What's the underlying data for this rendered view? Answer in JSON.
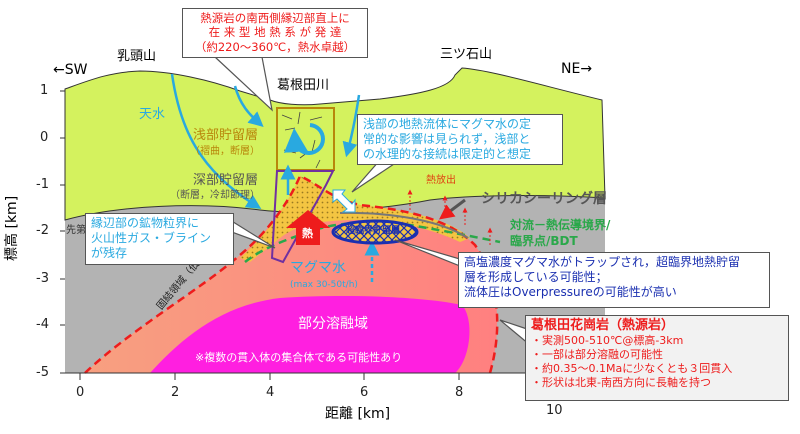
{
  "directions": {
    "sw": "←SW",
    "ne": "NE→"
  },
  "places": {
    "nyuto": "乳頭山",
    "mitsuishi": "三ツ石山",
    "kakkonda_river": "葛根田川"
  },
  "axes": {
    "xlabel": "距離 [km]",
    "ylabel": "標高 [km]",
    "xticks": [
      "0",
      "2",
      "4",
      "6",
      "8",
      "10"
    ],
    "yticks": [
      "1",
      "0",
      "-1",
      "-2",
      "-3",
      "-4",
      "-5"
    ]
  },
  "labels": {
    "meteoric_water": "天水",
    "shallow_reservoir": "浅部貯留層",
    "shallow_reservoir_sub": "（褶曲，断層）",
    "deep_reservoir": "深部貯留層",
    "deep_reservoir_sub": "（断層，冷却節理）",
    "basement": "先第",
    "heat": "熱",
    "heat_release": "熱放出",
    "silica_sealing": "シリカシーリング層",
    "boundary": "対流－熱伝導境界/",
    "boundary2": "臨界点/BDT",
    "supercritical": "超臨界貯留層",
    "magma_water": "マグマ水",
    "magma_water_rate": "(max 30-50t/h)",
    "solidified": "固結領域（低透水性）",
    "partial_melt": "部分溶融域",
    "partial_melt_note": "※複数の貫入体の集合体である可能性あり"
  },
  "callouts": {
    "top": [
      "熱源岩の南西側縁辺部直上に",
      "在 来 型 地 熱 系 が 発 達",
      "（約220～360℃，熱水卓越）"
    ],
    "shallow": [
      "浅部の地熱流体にマグマ水の定",
      "常的な影響は見られず，浅部と",
      "の水理的な接続は限定的と想定"
    ],
    "margin": [
      "縁辺部の鉱物粒界に",
      "火山性ガス・ブライン",
      "が残存"
    ],
    "brine": [
      "高塩濃度マグマ水がトラップされ，超臨界地熱貯留",
      "層を形成している可能性；",
      "流体圧はOverpressureの可能性が高い"
    ],
    "granite": {
      "title": "葛根田花崗岩（熱源岩）",
      "items": [
        "・実測500-510℃@標高-3km",
        "・一部は部分溶融の可能性",
        "・約0.35～0.1Maに少なくとも３回貫入",
        "・形状は北東-南西方向に長軸を持つ"
      ]
    }
  },
  "colors": {
    "terrain": "#d4f25e",
    "basement": "#b3b3b3",
    "magma": "#f9a27f",
    "melt": "#ff1fe0",
    "water": "#29a9e0",
    "red": "#ee1c1c"
  }
}
